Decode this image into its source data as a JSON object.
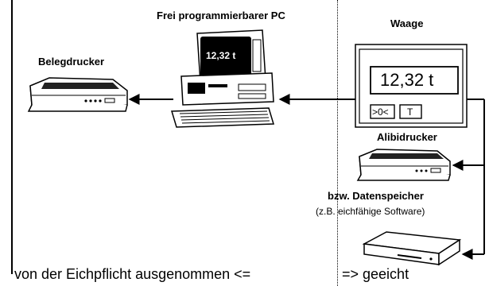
{
  "pc": {
    "label": "Frei programmierbarer PC",
    "screen_value": "12,32 t"
  },
  "printer": {
    "label": "Belegdrucker"
  },
  "scale": {
    "label": "Waage",
    "display_value": "12,32 t",
    "key_zero": ">0<",
    "key_tare": "T"
  },
  "alibi": {
    "label": "Alibidrucker"
  },
  "storage": {
    "label": "bzw. Datenspeicher",
    "note": "(z.B. eichfähige Software)"
  },
  "caption": {
    "left": "von der Eichpflicht ausgenommen <=",
    "right": "=> geeicht"
  }
}
